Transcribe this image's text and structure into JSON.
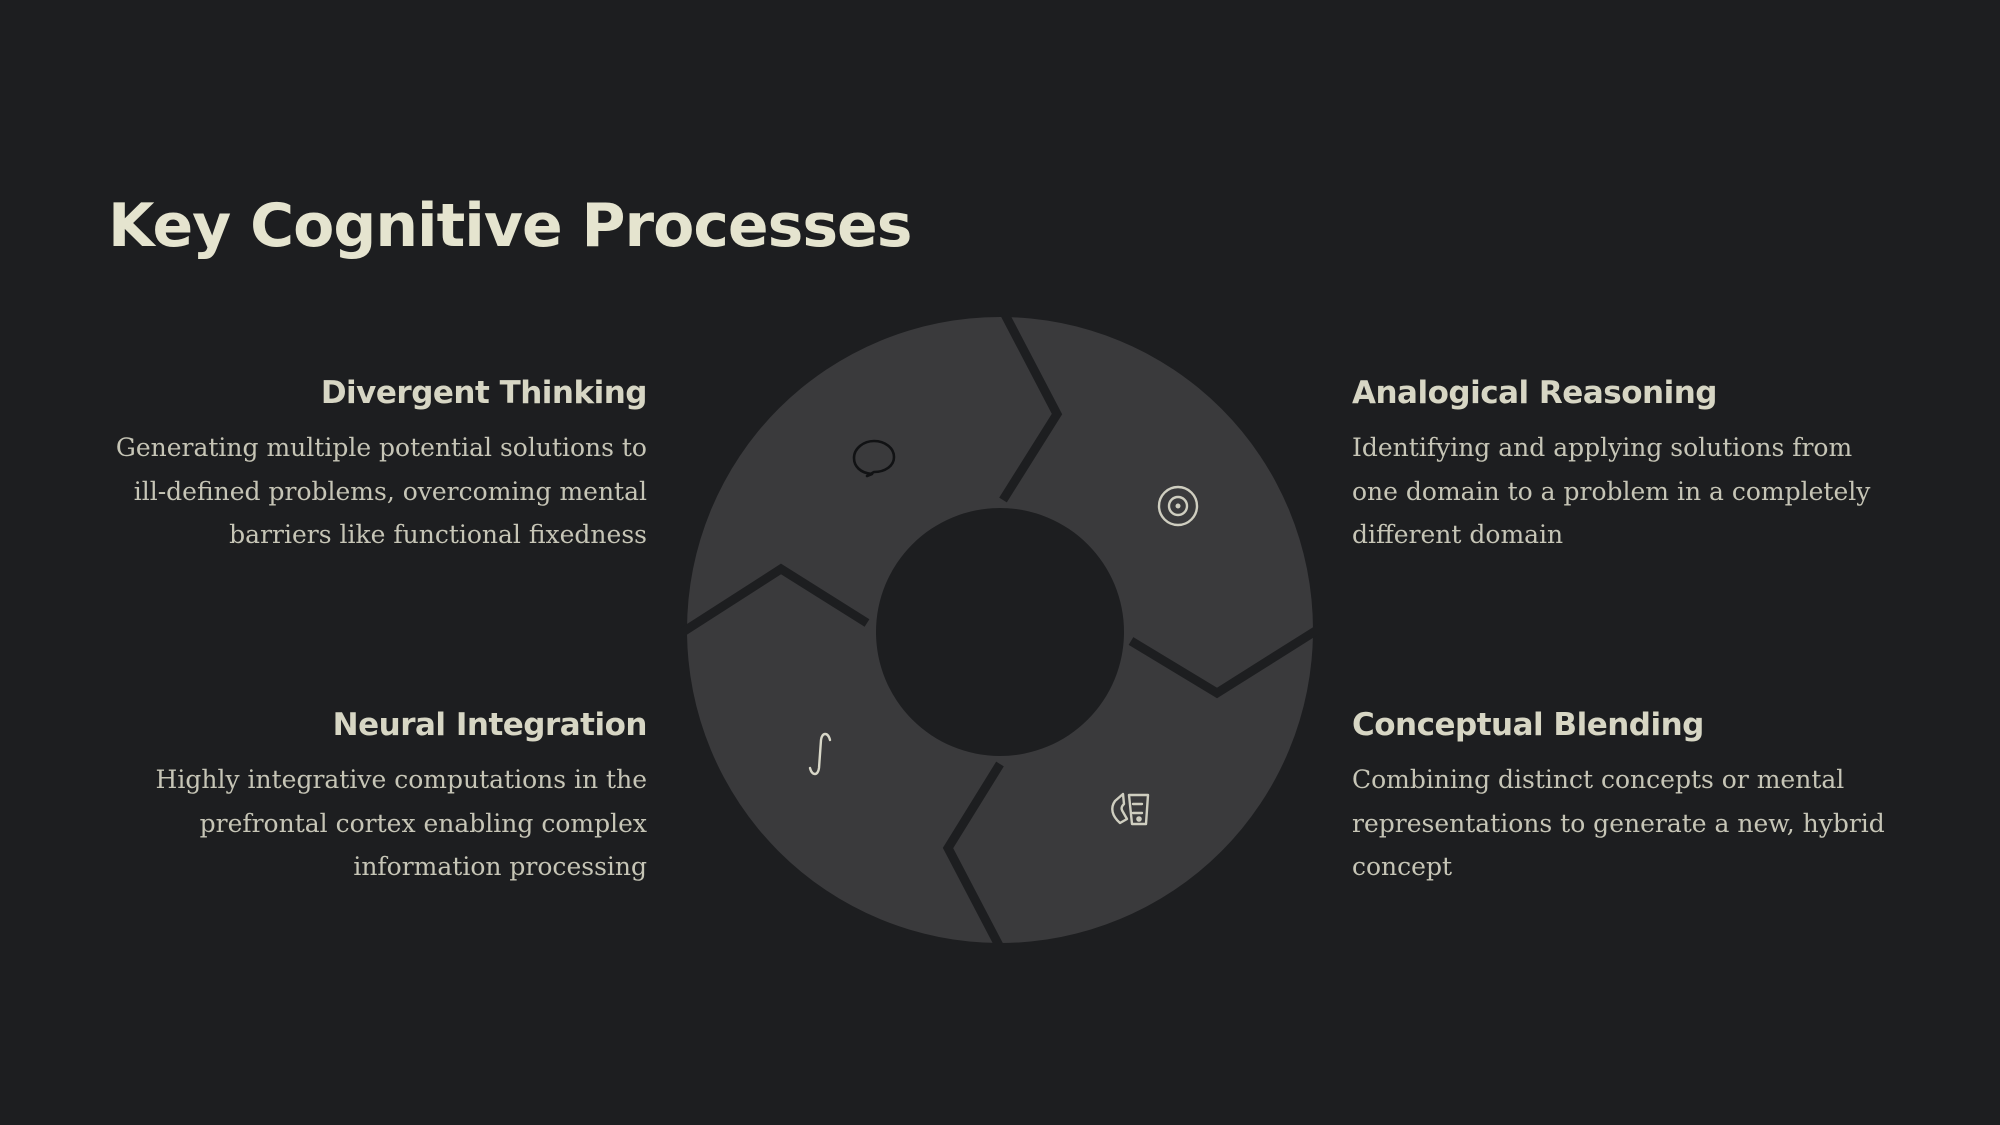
{
  "title": "Key Cognitive Processes",
  "colors": {
    "background": "#1d1e20",
    "segment": "#3a3a3c",
    "title": "#e5e4cf",
    "heading": "#d7d6c4",
    "body_text": "#c6c5b6"
  },
  "processes": [
    {
      "heading": "Divergent Thinking",
      "lines": [
        "Generating multiple potential solutions to",
        "ill-defined problems, overcoming mental",
        "barriers like functional fixedness"
      ],
      "icon": "speech-bubble-icon"
    },
    {
      "heading": "Analogical Reasoning",
      "lines": [
        "Identifying and applying solutions from",
        "one domain to a problem in a completely",
        "different domain"
      ],
      "icon": "target-icon"
    },
    {
      "heading": "Neural Integration",
      "lines": [
        "Highly integrative computations in the",
        "prefrontal cortex enabling complex",
        "information processing"
      ],
      "icon": "integral-icon"
    },
    {
      "heading": "Conceptual Blending",
      "lines": [
        "Combining distinct concepts or mental",
        "representations to generate a new, hybrid",
        "concept"
      ],
      "icon": "blend-icon"
    }
  ]
}
